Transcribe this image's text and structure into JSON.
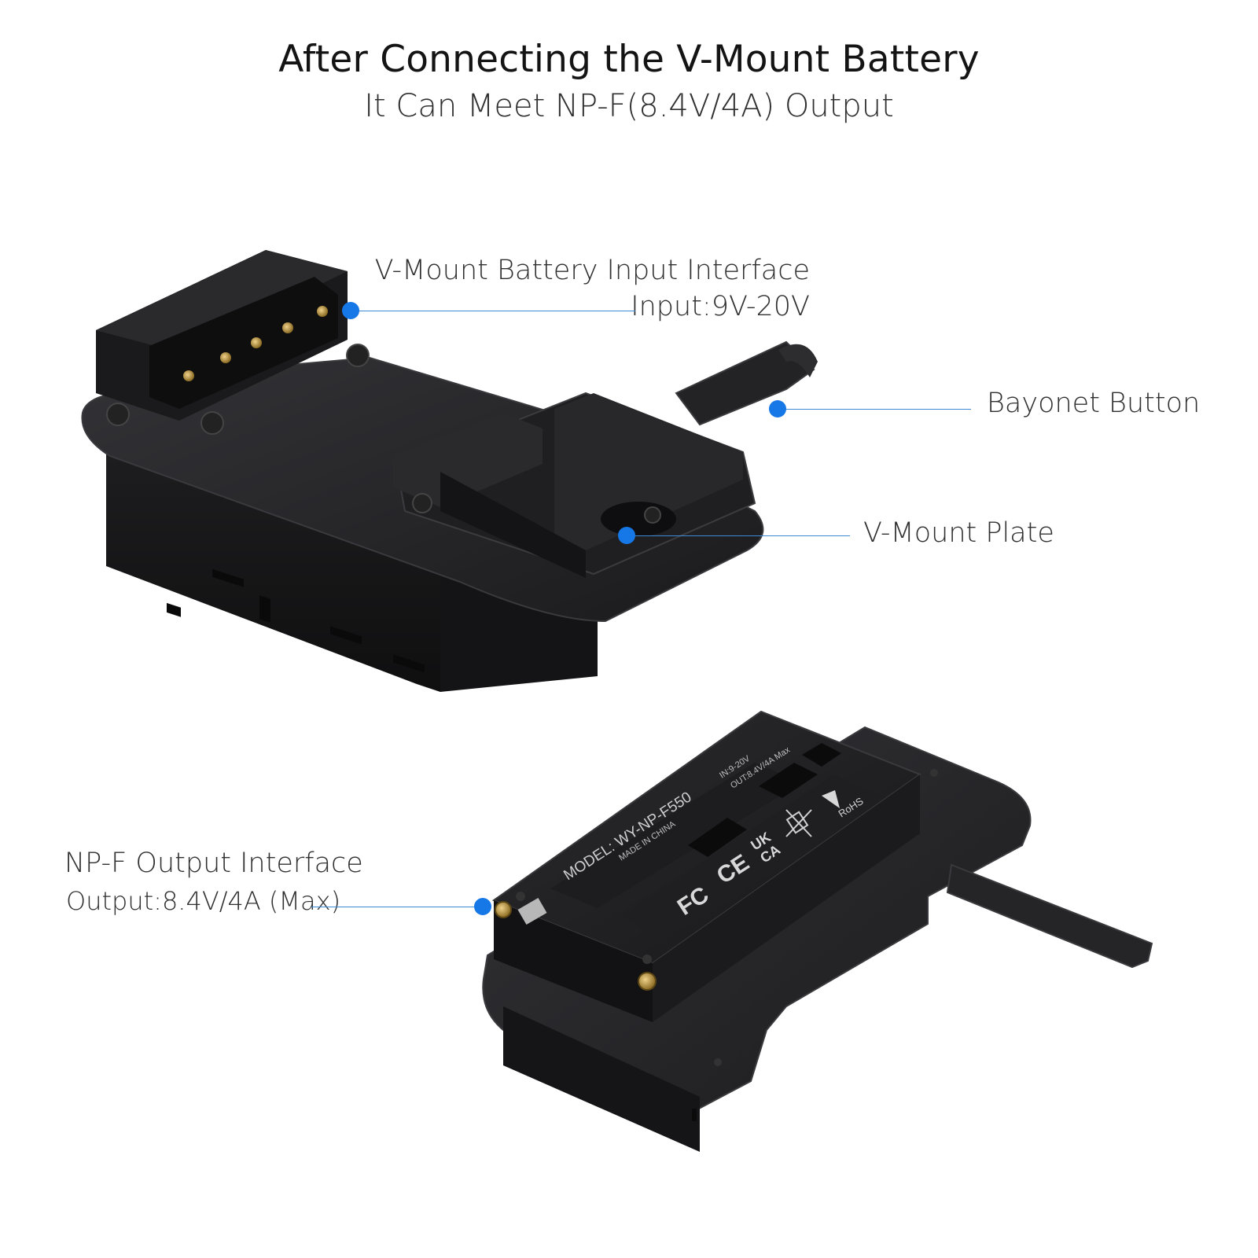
{
  "header": {
    "title": "After Connecting the V-Mount Battery",
    "subtitle": "It Can Meet NP-F(8.4V/4A) Output"
  },
  "callouts": {
    "vmount_input": {
      "title": "V-Mount Battery Input Interface",
      "detail": "Input:9V-20V"
    },
    "bayonet": {
      "title": "Bayonet Button"
    },
    "vmount_plate": {
      "title": "V-Mount Plate"
    },
    "npf_output": {
      "title": "NP-F Output Interface",
      "detail": "Output:8.4V/4A (Max)"
    }
  },
  "device_markings": {
    "model": "MODEL: WY-NP-F550",
    "origin": "MADE IN CHINA",
    "input_rating": "IN:9-20V",
    "output_rating": "OUT:8.4V/4A Max",
    "rohs": "RoHS",
    "fc": "FC",
    "ce": "CE",
    "ukca_top": "UK",
    "ukca_bottom": "CA"
  },
  "colors": {
    "callout_accent": "#1677e6",
    "device_body": "#1c1c1e",
    "device_edge": "#2e2e31"
  }
}
